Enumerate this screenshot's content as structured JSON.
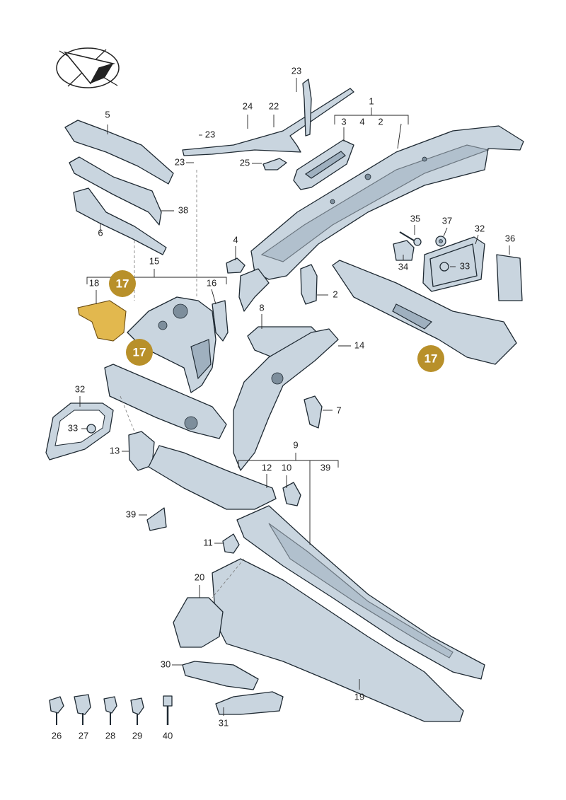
{
  "callouts": [
    {
      "id": "1",
      "text": "1"
    },
    {
      "id": "2a",
      "text": "2"
    },
    {
      "id": "2b",
      "text": "2"
    },
    {
      "id": "3",
      "text": "3"
    },
    {
      "id": "4a",
      "text": "4"
    },
    {
      "id": "4b",
      "text": "4"
    },
    {
      "id": "5",
      "text": "5"
    },
    {
      "id": "6",
      "text": "6"
    },
    {
      "id": "7",
      "text": "7"
    },
    {
      "id": "8",
      "text": "8"
    },
    {
      "id": "9",
      "text": "9"
    },
    {
      "id": "10",
      "text": "10"
    },
    {
      "id": "11",
      "text": "11"
    },
    {
      "id": "12",
      "text": "12"
    },
    {
      "id": "13",
      "text": "13"
    },
    {
      "id": "14",
      "text": "14"
    },
    {
      "id": "15",
      "text": "15"
    },
    {
      "id": "16",
      "text": "16"
    },
    {
      "id": "18",
      "text": "18"
    },
    {
      "id": "19",
      "text": "19"
    },
    {
      "id": "20",
      "text": "20"
    },
    {
      "id": "22",
      "text": "22"
    },
    {
      "id": "23a",
      "text": "23"
    },
    {
      "id": "23b",
      "text": "23"
    },
    {
      "id": "23c",
      "text": "23"
    },
    {
      "id": "24",
      "text": "24"
    },
    {
      "id": "25",
      "text": "25"
    },
    {
      "id": "26",
      "text": "26"
    },
    {
      "id": "27",
      "text": "27"
    },
    {
      "id": "28",
      "text": "28"
    },
    {
      "id": "29",
      "text": "29"
    },
    {
      "id": "30",
      "text": "30"
    },
    {
      "id": "31",
      "text": "31"
    },
    {
      "id": "32a",
      "text": "32"
    },
    {
      "id": "32b",
      "text": "32"
    },
    {
      "id": "33a",
      "text": "33"
    },
    {
      "id": "33b",
      "text": "33"
    },
    {
      "id": "34",
      "text": "34"
    },
    {
      "id": "35",
      "text": "35"
    },
    {
      "id": "36",
      "text": "36"
    },
    {
      "id": "37",
      "text": "37"
    },
    {
      "id": "38",
      "text": "38"
    },
    {
      "id": "39a",
      "text": "39"
    },
    {
      "id": "39b",
      "text": "39"
    },
    {
      "id": "40",
      "text": "40"
    }
  ],
  "badges": [
    {
      "id": "b1",
      "text": "17"
    },
    {
      "id": "b2",
      "text": "17"
    },
    {
      "id": "b3",
      "text": "17"
    }
  ],
  "colors": {
    "badge": "#b8902a",
    "highlight": "#e2b84e",
    "part": "#c9d5df",
    "outline": "#1f2a33"
  },
  "icons": {
    "orientation": "direction-arrow-icon"
  }
}
